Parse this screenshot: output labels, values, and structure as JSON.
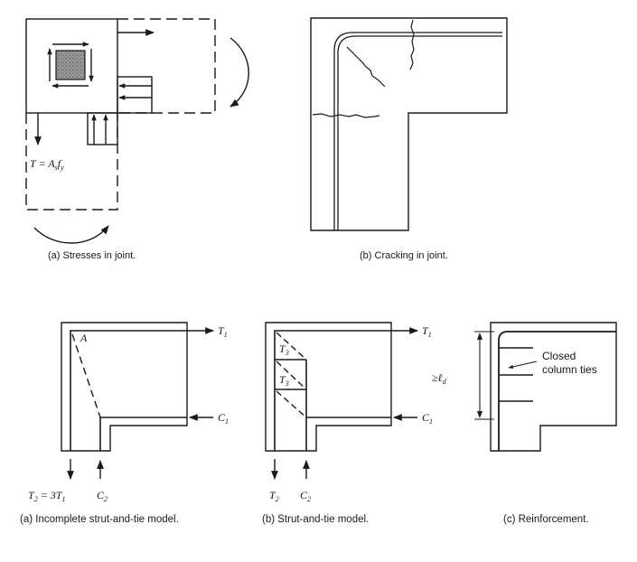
{
  "top": {
    "fig_a": {
      "caption": "(a) Stresses in joint.",
      "tension_label": "T = A",
      "tension_sub": "s",
      "tension_tail": "f",
      "tension_tail_sub": "y"
    },
    "fig_b": {
      "caption": "(b) Cracking in joint."
    }
  },
  "bottom": {
    "fig_a": {
      "caption": "(a) Incomplete strut-and-tie model.",
      "node_label": "A",
      "t1": "T",
      "t1_sub": "1",
      "c1": "C",
      "c1_sub": "1",
      "t2": "T",
      "t2_sub": "2",
      "t2_eq": " = 3T",
      "t2_eq_sub": "1",
      "c2": "C",
      "c2_sub": "2"
    },
    "fig_b": {
      "caption": "(b) Strut-and-tie model.",
      "t1": "T",
      "t1_sub": "1",
      "t3a": "T",
      "t3a_sub": "3",
      "t3b": "T",
      "t3b_sub": "3",
      "c1": "C",
      "c1_sub": "1",
      "t2": "T",
      "t2_sub": "2",
      "c2": "C",
      "c2_sub": "2"
    },
    "fig_c": {
      "caption": "(c) Reinforcement.",
      "dev_length": "≥ℓ",
      "dev_length_sub": "d",
      "ties_line1": "Closed",
      "ties_line2": "column ties"
    }
  }
}
